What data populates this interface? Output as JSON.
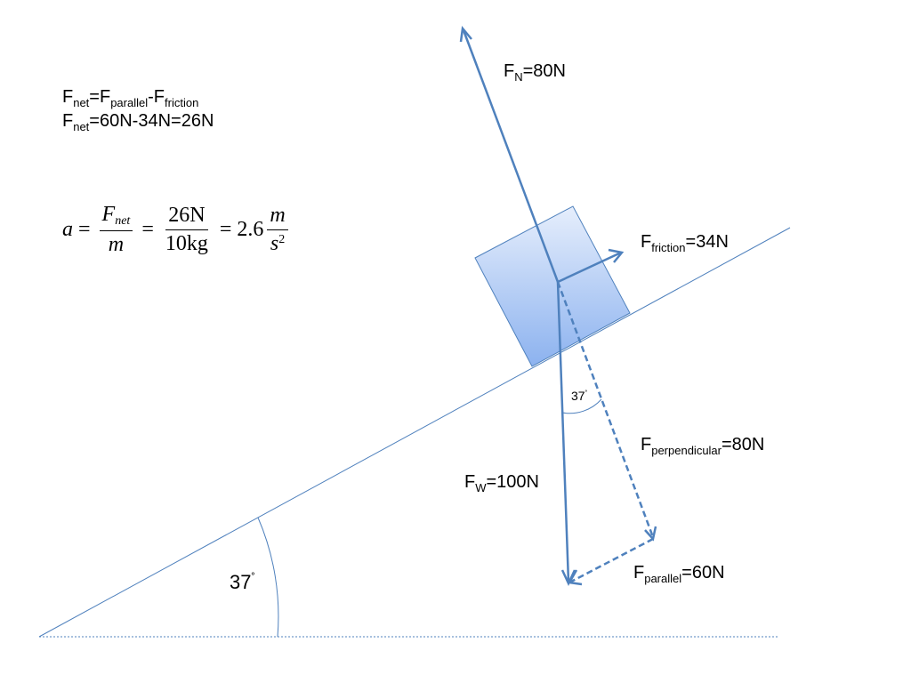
{
  "equations": {
    "line1": {
      "F": "F",
      "net_sub": "net",
      "eq1": "=F",
      "parallel_sub": "parallel",
      "minus": "-F",
      "friction_sub": "friction"
    },
    "line2": {
      "F": "F",
      "net_sub": "net",
      "rest": "=60N-34N=26N"
    }
  },
  "formula": {
    "a": "a",
    "eq": "=",
    "f1_num_F": "F",
    "f1_num_sub": "net",
    "f1_den": "m",
    "eq2": "=",
    "f2_num": "26N",
    "f2_den": "10kg",
    "eq3": "=",
    "value": "2.6",
    "f3_num": "m",
    "f3_den_s": "s",
    "f3_den_sup": "2"
  },
  "forces": {
    "normal": {
      "F": "F",
      "sub": "N",
      "value": "=80N"
    },
    "friction": {
      "F": "F",
      "sub": "friction",
      "value": "=34N"
    },
    "perpendicular": {
      "F": "F",
      "sub": "perpendicular",
      "value": "=80N"
    },
    "weight": {
      "F": "F",
      "sub": "W",
      "value": "=100N"
    },
    "parallel": {
      "F": "F",
      "sub": "parallel",
      "value": "=60N"
    }
  },
  "angles": {
    "incline": "37",
    "incline_deg": "˚",
    "weight": "37",
    "weight_deg": "˚"
  },
  "colors": {
    "arrow": "#4F81BD",
    "block_top": "#dde8fb",
    "block_bottom": "#8fb4f0"
  }
}
